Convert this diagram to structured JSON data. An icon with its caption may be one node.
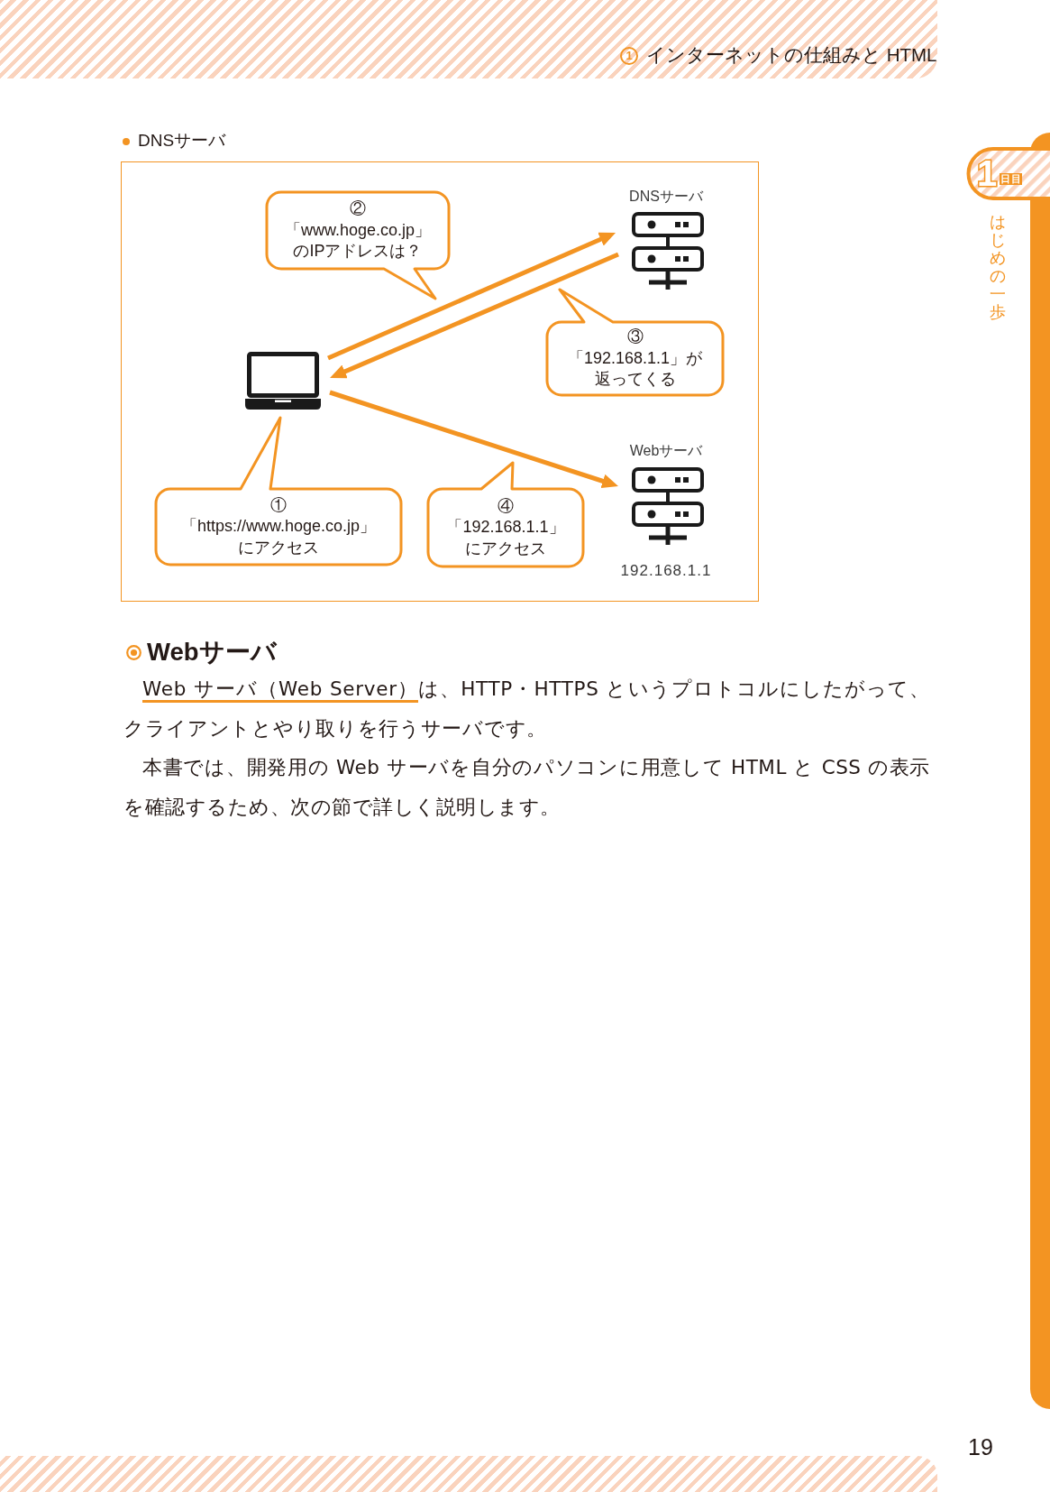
{
  "diagram": {
    "title": "DNSサーバ",
    "nodes": [
      {
        "text": [
          "②",
          "「www.hoge.co.jp」のIPアドレスは？"
        ]
      },
      {
        "text": [
          "DNSサーバ"
        ]
      },
      {
        "text": [
          "③",
          "「192.168.1.1」が返ってくる"
        ]
      },
      {
        "text": [],
        "shape": "laptop"
      },
      {
        "text": [
          "Webサーバ"
        ],
        "beside": [
          "192.168.1.1"
        ]
      },
      {
        "text": [
          "①",
          "「https://www.hoge.co.jp」にアクセス"
        ]
      },
      {
        "text": [
          "④",
          "「192.168.1.1」にアクセス"
        ]
      }
    ],
    "edges": [
      {
        "from": 3,
        "to": 1,
        "arrow": "to"
      },
      {
        "from": 1,
        "to": 3,
        "arrow": "to"
      },
      {
        "from": 3,
        "to": 4,
        "arrow": "to"
      }
    ],
    "labels": [
      "1",
      "インターネットの仕組みと HTML",
      "1",
      "日目",
      "はじめの一歩",
      "Webサーバ",
      "Web サーバ（Web Server）は、HTTP・HTTPS というプロトコルにしたがって、クライアントとやり取りを行うサーバです。",
      "本書では、開発用の Web サーバを自分のパソコンに用意して HTML と CSS の表示を確認するため、次の節で詳しく説明します。",
      "19"
    ]
  }
}
